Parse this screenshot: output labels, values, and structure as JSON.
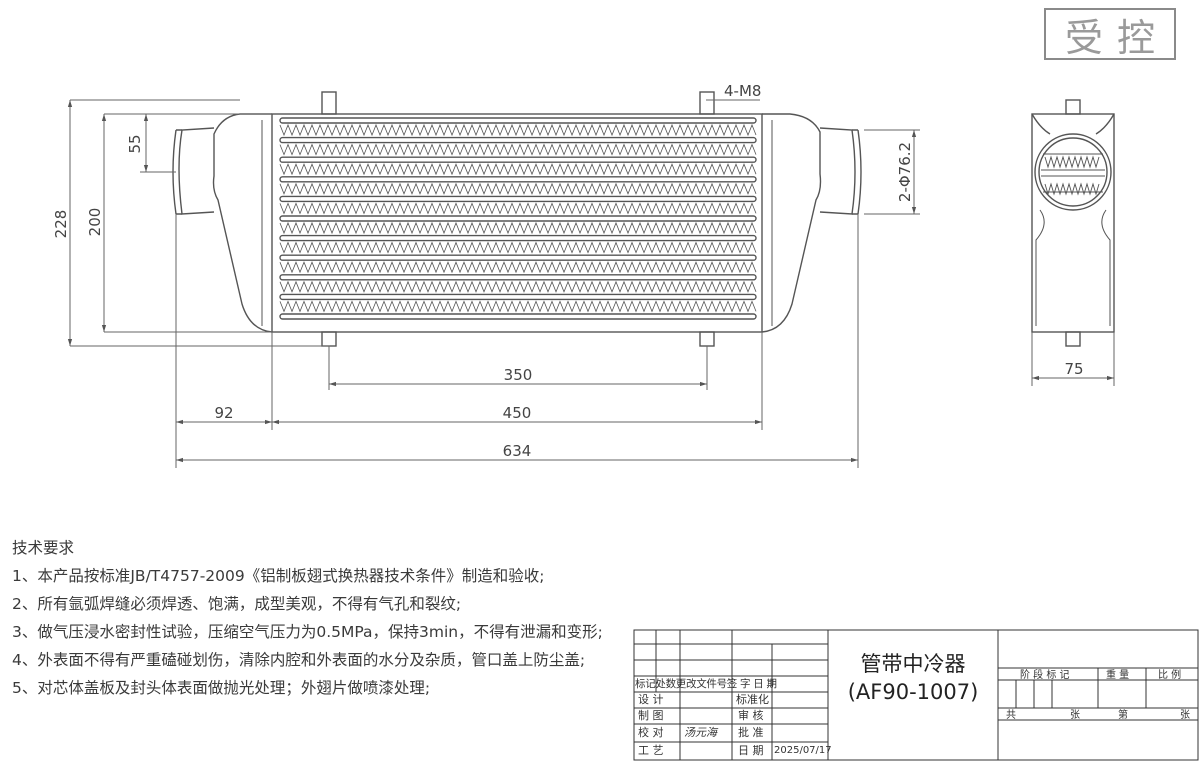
{
  "stamp": {
    "text": "受控"
  },
  "dimensions": {
    "thread": "4-M8",
    "pipe_diameter": "2-Φ76.2",
    "d55": "55",
    "d200": "200",
    "d228": "228",
    "d350": "350",
    "d92": "92",
    "d450": "450",
    "d634": "634",
    "d75": "75"
  },
  "requirements": {
    "heading": "技术要求",
    "items": [
      "1、本产品按标准JB/T4757-2009《铝制板翅式换热器技术条件》制造和验收;",
      "2、所有氩弧焊缝必须焊透、饱满，成型美观，不得有气孔和裂纹;",
      "3、做气压浸水密封性试验，压缩空气压力为0.5MPa，保持3min，不得有泄漏和变形;",
      "4、外表面不得有严重磕碰划伤，清除内腔和外表面的水分及杂质，管口盖上防尘盖;",
      "5、对芯体盖板及封头体表面做抛光处理；外翅片做喷漆处理;"
    ]
  },
  "title_block": {
    "title": "管带中冷器",
    "code": "(AF90-1007)",
    "rev_header": "标记处数更改文件号签  字 日 期",
    "design": "设  计",
    "std": "标准化",
    "draw": "制  图",
    "review": "审  核",
    "check": "校  对",
    "checker": "汤元海",
    "approve": "批  准",
    "process": "工  艺",
    "date_label": "日  期",
    "date": "2025/07/17",
    "stage_header": "阶 段 标 记",
    "weight_header": "重   量",
    "scale_header": "比  例",
    "total_label": "共",
    "sheets_label": "张",
    "page_label": "第",
    "sheet_label": "张"
  }
}
